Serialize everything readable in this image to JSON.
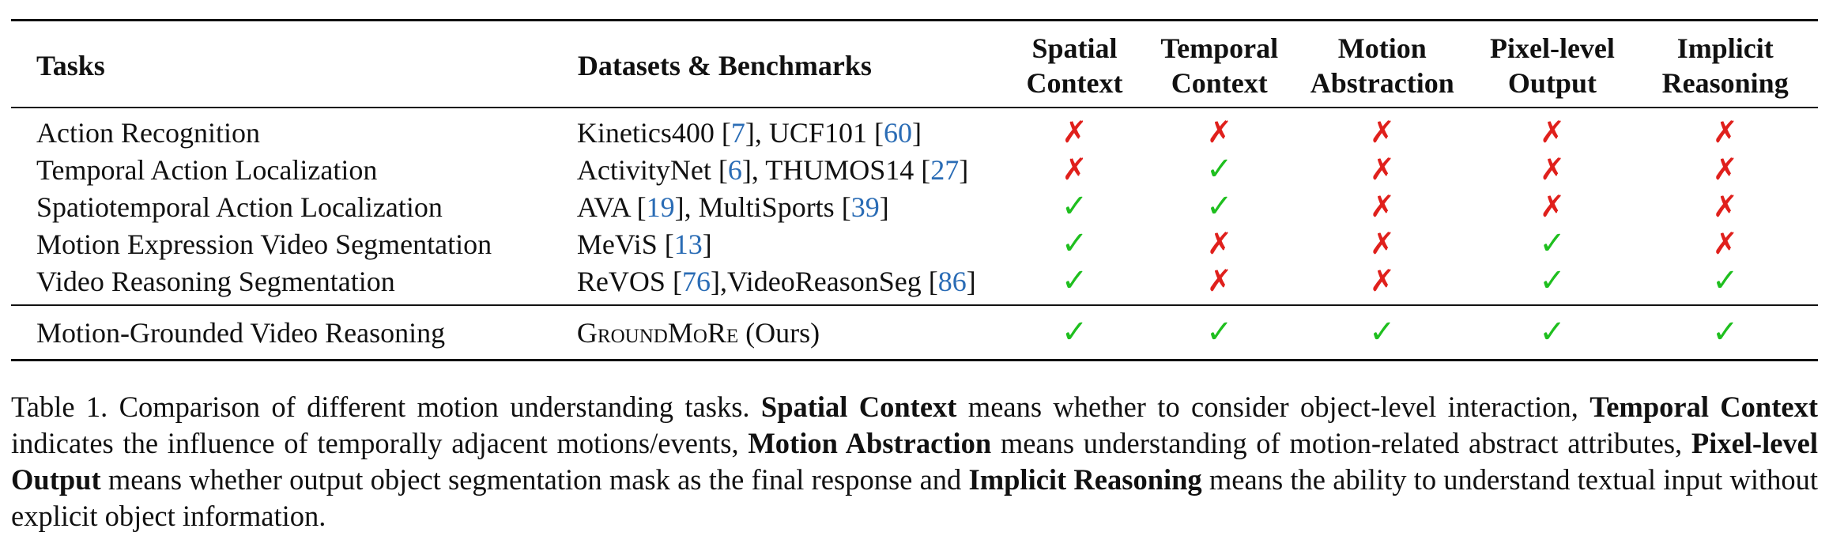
{
  "table": {
    "headers": {
      "tasks": "Tasks",
      "datasets": "Datasets & Benchmarks",
      "spatial": [
        "Spatial",
        "Context"
      ],
      "temporal": [
        "Temporal",
        "Context"
      ],
      "motion": [
        "Motion",
        "Abstraction"
      ],
      "pixel": [
        "Pixel-level",
        "Output"
      ],
      "implicit": [
        "Implicit",
        "Reasoning"
      ]
    },
    "yes_mark": "✓",
    "no_mark": "✗",
    "rows": [
      {
        "task": "Action Recognition",
        "datasets": [
          {
            "text": "Kinetics400 ",
            "cite": "7",
            "after": ", "
          },
          {
            "text": "UCF101 ",
            "cite": "60",
            "after": ""
          }
        ],
        "marks": [
          false,
          false,
          false,
          false,
          false
        ]
      },
      {
        "task": "Temporal Action Localization",
        "datasets": [
          {
            "text": "ActivityNet ",
            "cite": "6",
            "after": ", "
          },
          {
            "text": "THUMOS14 ",
            "cite": "27",
            "after": ""
          }
        ],
        "marks": [
          false,
          true,
          false,
          false,
          false
        ]
      },
      {
        "task": "Spatiotemporal Action Localization",
        "datasets": [
          {
            "text": "AVA ",
            "cite": "19",
            "after": ", "
          },
          {
            "text": "MultiSports ",
            "cite": "39",
            "after": ""
          }
        ],
        "marks": [
          true,
          true,
          false,
          false,
          false
        ]
      },
      {
        "task": "Motion Expression Video Segmentation",
        "datasets": [
          {
            "text": "MeViS ",
            "cite": "13",
            "after": ""
          }
        ],
        "marks": [
          true,
          false,
          false,
          true,
          false
        ]
      },
      {
        "task": "Video Reasoning Segmentation",
        "datasets": [
          {
            "text": "ReVOS ",
            "cite": "76",
            "after": ","
          },
          {
            "text": "VideoReasonSeg ",
            "cite": "86",
            "after": ""
          }
        ],
        "marks": [
          true,
          false,
          false,
          true,
          true
        ]
      }
    ],
    "ours": {
      "task": "Motion-Grounded Video Reasoning",
      "dataset_name": "GroundMoRe",
      "dataset_suffix": " (Ours)",
      "marks": [
        true,
        true,
        true,
        true,
        true
      ]
    }
  },
  "caption": {
    "prefix": "Table 1. Comparison of different motion understanding tasks. ",
    "spatial_term": "Spatial Context",
    "spatial_desc": " means whether to consider object-level interaction, ",
    "temporal_term": "Temporal Context",
    "temporal_desc": " indicates the influence of temporally adjacent motions/events, ",
    "motion_term": "Motion Abstraction",
    "motion_desc": " means understanding of motion-related abstract attributes, ",
    "pixel_term": "Pixel-level Output",
    "pixel_desc": " means whether output object segmentation mask as the final response and ",
    "implicit_term": "Implicit Reasoning",
    "implicit_desc": " means the ability to understand textual input without explicit object information."
  }
}
